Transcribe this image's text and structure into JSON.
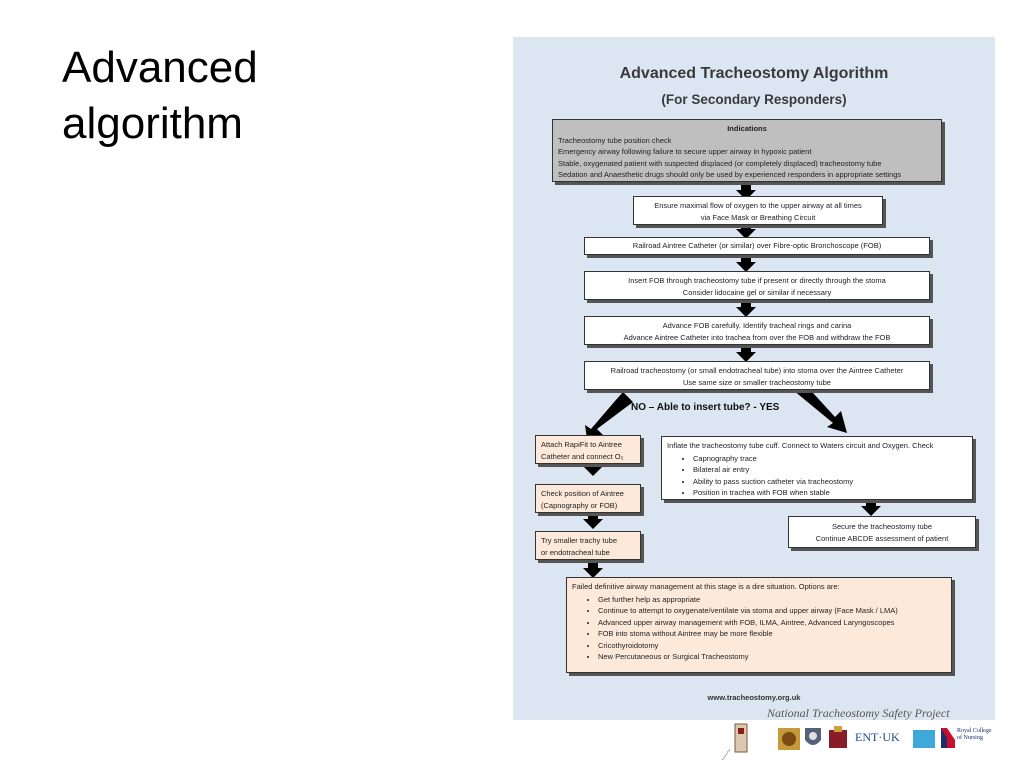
{
  "slide": {
    "title": "Advanced algorithm"
  },
  "figure": {
    "title": "Advanced Tracheostomy Algorithm",
    "subtitle": "(For Secondary Responders)",
    "indications": {
      "heading": "Indications",
      "lines": [
        "Tracheostomy tube position check",
        "Emergency airway following failure to secure upper airway in hypoxic patient",
        "Stable, oxygenated patient with suspected displaced (or completely displaced) tracheostomy tube",
        "Sedation and Anaesthetic drugs should only be used by experienced responders in appropriate settings"
      ]
    },
    "step_oxygen": [
      "Ensure maximal flow of oxygen to the upper airway at all times",
      "via Face Mask or Breathing Circuit"
    ],
    "step_railroad_aintree": "Railroad  Aintree Catheter (or similar) over Fibre-optic Bronchoscope (FOB)",
    "step_insert_fob": [
      "Insert FOB through tracheostomy tube if present or directly through the stoma",
      "Consider lidocaine gel or similar if necessary"
    ],
    "step_advance_fob": [
      "Advance FOB carefully. Identify tracheal rings and carina",
      "Advance Aintree Catheter into trachea from over the FOB and withdraw the FOB"
    ],
    "step_railroad_tube": [
      "Railroad tracheostomy (or small endotracheal tube) into stoma over the Aintree Catheter",
      "Use same size or smaller tracheostomy tube"
    ],
    "decision": "NO   –   Able to insert tube?   -   YES",
    "no_branch": {
      "attach": [
        "Attach RapiFit to Aintree",
        "Catheter and connect O₂"
      ],
      "check": [
        "Check position of Aintree",
        "(Capnography or FOB)"
      ],
      "try_smaller": [
        "Try smaller trachy tube",
        "or endotracheal tube"
      ]
    },
    "yes_branch": {
      "inflate_heading": "Inflate the tracheostomy tube cuff. Connect to Waters circuit and Oxygen. Check",
      "checks": [
        "Capnography trace",
        "Bilateral air entry",
        "Ability to pass suction catheter via tracheostomy",
        "Position in trachea with FOB when stable"
      ],
      "secure": [
        "Secure the tracheostomy tube",
        "Continue ABCDE assessment of patient"
      ]
    },
    "failed": {
      "heading": "Failed definitive airway management at this stage is a dire situation. Options are:",
      "options": [
        "Get further help as appropriate",
        "Continue to attempt to oxygenate/ventilate via stoma and upper airway (Face Mask / LMA)",
        "Advanced upper airway management with FOB, ILMA, Aintree, Advanced Laryngoscopes",
        "FOB into stoma without Aintree may be more flexible",
        "Cricothyroidotomy",
        "New Percutaneous or Surgical Tracheostomy"
      ]
    },
    "website": "www.tracheostomy.org.uk"
  },
  "logos": {
    "project_name": "National Tracheostomy Safety Project",
    "ent_uk": "ENT·UK",
    "rcn": "Royal College of Nursing"
  },
  "colors": {
    "panel_bg": "#dce6f2",
    "indications_bg": "#bfbfbf",
    "peach": "#fde9d9",
    "arrow": "#000000"
  }
}
